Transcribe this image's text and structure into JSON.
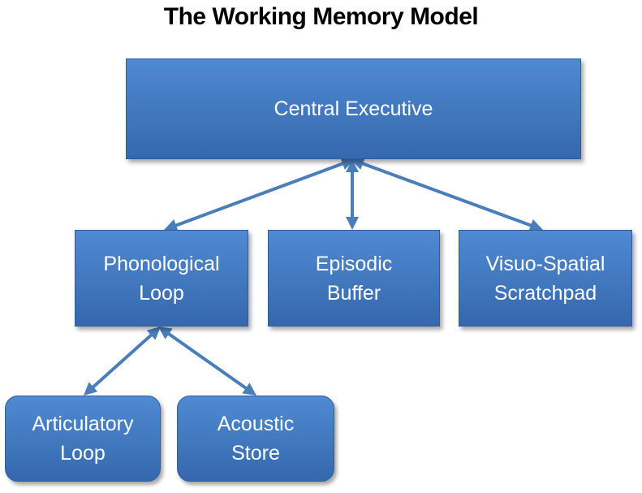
{
  "title": "The Working Memory Model",
  "colors": {
    "box_fill_top": "#4f8ad2",
    "box_fill_bottom": "#3568ad",
    "arrow": "#4a7ebb",
    "text": "#ffffff"
  },
  "nodes": {
    "central_executive": "Central Executive",
    "phonological_loop": "Phonological\nLoop",
    "episodic_buffer": "Episodic\nBuffer",
    "visuo_spatial_scratchpad": "Visuo-Spatial\nScratchpad",
    "articulatory_loop": "Articulatory\nLoop",
    "acoustic_store": "Acoustic\nStore"
  },
  "edges": [
    {
      "from": "central_executive",
      "to": "phonological_loop",
      "direction": "both"
    },
    {
      "from": "central_executive",
      "to": "episodic_buffer",
      "direction": "both"
    },
    {
      "from": "central_executive",
      "to": "visuo_spatial_scratchpad",
      "direction": "both"
    },
    {
      "from": "phonological_loop",
      "to": "articulatory_loop",
      "direction": "both"
    },
    {
      "from": "phonological_loop",
      "to": "acoustic_store",
      "direction": "both"
    }
  ]
}
